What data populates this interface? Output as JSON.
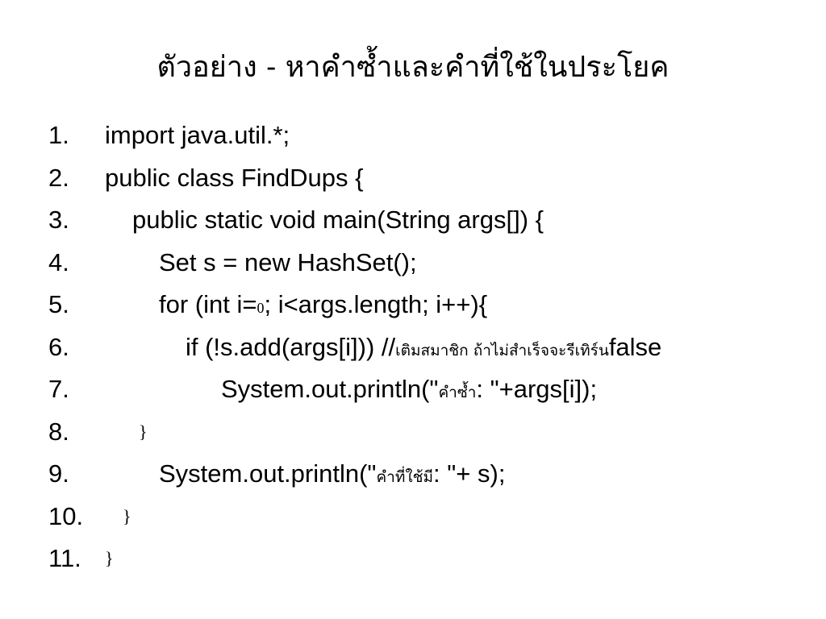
{
  "slide": {
    "title": "ตัวอย่าง - หาคำซ้ำและคำที่ใช้ในประโยค"
  },
  "code_lines": [
    {
      "number": "1.",
      "segments": [
        "import java.util.*;"
      ]
    },
    {
      "number": "2.",
      "segments": [
        "public class FindDups {"
      ]
    },
    {
      "number": "3.",
      "segments": [
        "public static void main(String args[]) {"
      ]
    },
    {
      "number": "4.",
      "segments": [
        "Set s = new HashSet();"
      ]
    },
    {
      "number": "5.",
      "segments": [
        "for (int i=",
        "0",
        "; i<args.length; i++){"
      ]
    },
    {
      "number": "6.",
      "segments": [
        "if (!s.add(args[i])) //",
        "เติมสมาชิก ถ้าไม่สำเร็จจะรีเทิร์น",
        "false"
      ]
    },
    {
      "number": "7.",
      "segments": [
        "System.out.println(\"",
        "คำซ้ำ",
        ": \"+args[i]);"
      ]
    },
    {
      "number": "8.",
      "segments": [
        "}"
      ]
    },
    {
      "number": "9.",
      "segments": [
        "System.out.println(\"",
        "คำที่ใช้มี",
        ": \"+ s);"
      ]
    },
    {
      "number": "10.",
      "segments": [
        "}"
      ]
    },
    {
      "number": "11.",
      "segments": [
        "}"
      ]
    }
  ]
}
